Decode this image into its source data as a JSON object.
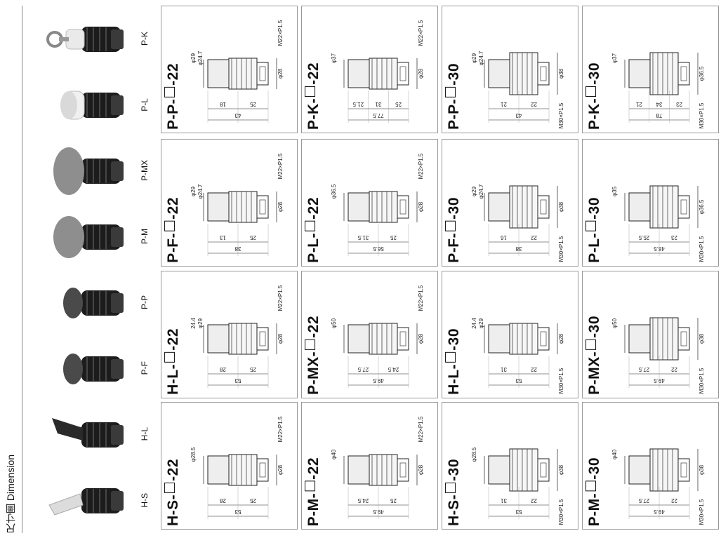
{
  "page_title": "尺寸圖 Dimension",
  "photos": [
    {
      "label": "P-K",
      "kind": "key"
    },
    {
      "label": "P-L",
      "kind": "illuminated"
    },
    {
      "label": "P-MX",
      "kind": "mushroom-large"
    },
    {
      "label": "P-M",
      "kind": "mushroom"
    },
    {
      "label": "P-P",
      "kind": "projected"
    },
    {
      "label": "P-F",
      "kind": "flush"
    },
    {
      "label": "H-L",
      "kind": "lever"
    },
    {
      "label": "H-S",
      "kind": "selector"
    }
  ],
  "drawings": [
    {
      "model_prefix": "P-P-",
      "model_suffix": "-22",
      "thread": "M22×P1.5",
      "dia_labels": [
        "φ29",
        "φ24.7"
      ],
      "dia_right": "φ28",
      "lengths": [
        "18",
        "25",
        "43"
      ]
    },
    {
      "model_prefix": "P-K-",
      "model_suffix": "-22",
      "thread": "M22×P1.5",
      "dia_labels": [
        "φ37"
      ],
      "dia_right": "φ28",
      "lengths": [
        "21.5",
        "31",
        "25",
        "77.5"
      ]
    },
    {
      "model_prefix": "P-P-",
      "model_suffix": "-30",
      "thread": "M30×P1.5",
      "dia_labels": [
        "φ29",
        "φ24.7"
      ],
      "dia_right": "φ38",
      "lengths": [
        "21",
        "22",
        "43"
      ]
    },
    {
      "model_prefix": "P-K-",
      "model_suffix": "-30",
      "thread": "M30×P1.5",
      "dia_labels": [
        "φ37"
      ],
      "dia_right": "φ36.5",
      "lengths": [
        "21",
        "34",
        "23",
        "78"
      ]
    },
    {
      "model_prefix": "P-F-",
      "model_suffix": "-22",
      "thread": "M22×P1.5",
      "dia_labels": [
        "φ29",
        "φ24.7"
      ],
      "dia_right": "φ28",
      "lengths": [
        "13",
        "25",
        "38"
      ]
    },
    {
      "model_prefix": "P-L-",
      "model_suffix": "-22",
      "thread": "M22×P1.5",
      "dia_labels": [
        "φ36.5"
      ],
      "dia_right": "φ28",
      "lengths": [
        "31.5",
        "25",
        "56.5"
      ]
    },
    {
      "model_prefix": "P-F-",
      "model_suffix": "-30",
      "thread": "M30×P1.5",
      "dia_labels": [
        "φ29",
        "φ24.7"
      ],
      "dia_right": "φ38",
      "lengths": [
        "16",
        "22",
        "38"
      ]
    },
    {
      "model_prefix": "P-L-",
      "model_suffix": "-30",
      "thread": "M30×P1.5",
      "dia_labels": [
        "φ35"
      ],
      "dia_right": "φ36.5",
      "lengths": [
        "25.5",
        "23",
        "48.5"
      ]
    },
    {
      "model_prefix": "H-L-",
      "model_suffix": "-22",
      "thread": "M22×P1.5",
      "dia_labels": [
        "24.4",
        "φ29"
      ],
      "dia_right": "φ28",
      "lengths": [
        "28",
        "25",
        "53"
      ]
    },
    {
      "model_prefix": "P-MX-",
      "model_suffix": "-22",
      "thread": "M22×P1.5",
      "dia_labels": [
        "φ50"
      ],
      "dia_right": "φ28",
      "lengths": [
        "27.5",
        "24.5",
        "49.5"
      ]
    },
    {
      "model_prefix": "H-L-",
      "model_suffix": "-30",
      "thread": "M30×P1.5",
      "dia_labels": [
        "24.4",
        "φ29"
      ],
      "dia_right": "φ28",
      "lengths": [
        "31",
        "22",
        "53"
      ]
    },
    {
      "model_prefix": "P-MX-",
      "model_suffix": "-30",
      "thread": "M30×P1.5",
      "dia_labels": [
        "φ50"
      ],
      "dia_right": "φ38",
      "lengths": [
        "27.5",
        "22",
        "49.5"
      ]
    },
    {
      "model_prefix": "H-S-",
      "model_suffix": "-22",
      "thread": "M22×P1.5",
      "dia_labels": [
        "φ28.5"
      ],
      "dia_right": "φ28",
      "lengths": [
        "28",
        "25",
        "53"
      ]
    },
    {
      "model_prefix": "P-M-",
      "model_suffix": "-22",
      "thread": "M22×P1.5",
      "dia_labels": [
        "φ40"
      ],
      "dia_right": "φ28",
      "lengths": [
        "24.5",
        "25",
        "49.5"
      ]
    },
    {
      "model_prefix": "H-S-",
      "model_suffix": "-30",
      "thread": "M30×P1.5",
      "dia_labels": [
        "φ28.5"
      ],
      "dia_right": "φ38",
      "lengths": [
        "31",
        "22",
        "53"
      ]
    },
    {
      "model_prefix": "P-M-",
      "model_suffix": "-30",
      "thread": "M30×P1.5",
      "dia_labels": [
        "φ40"
      ],
      "dia_right": "φ38",
      "lengths": [
        "27.5",
        "22",
        "49.5"
      ]
    }
  ]
}
